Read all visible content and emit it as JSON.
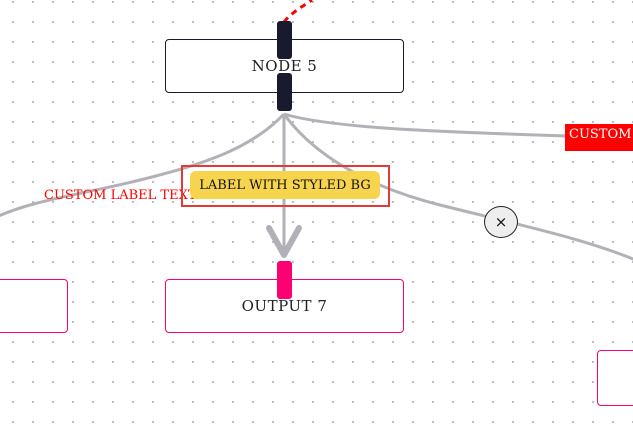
{
  "nodes": {
    "node5": {
      "label": "NODE 5"
    },
    "output7": {
      "label": "OUTPUT 7"
    }
  },
  "edge_labels": {
    "custom_text": "CUSTOM LABEL TEXT",
    "styled_bg": "LABEL WITH STYLED BG",
    "custom_edge": "CUSTOM EDGE"
  },
  "delete_button": {
    "icon": "close-icon",
    "glyph": "×"
  },
  "colors": {
    "edge": "#b1b1b7",
    "animated_edge": "#ff0000",
    "node_border": "#1a1a2e",
    "output_border": "#ff0072",
    "label_text": "#ff0000",
    "styled_label_bg": "#f7d44e",
    "styled_label_border": "#e53935",
    "custom_edge_bg": "#ff0000"
  }
}
